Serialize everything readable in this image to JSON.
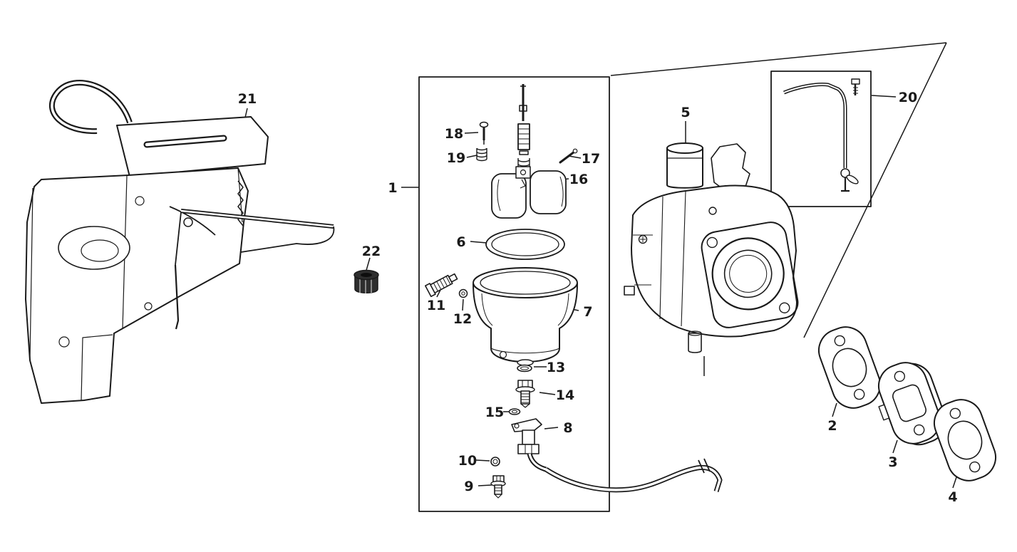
{
  "diagram": {
    "colors": {
      "line": "#1a1a1a",
      "bg": "#ffffff",
      "dark": "#2e2e2e"
    },
    "part_labels": {
      "p1": "1",
      "p2": "2",
      "p3": "3",
      "p4": "4",
      "p5": "5",
      "p6": "6",
      "p7": "7",
      "p8": "8",
      "p9": "9",
      "p10": "10",
      "p11": "11",
      "p12": "12",
      "p13": "13",
      "p14": "14",
      "p15": "15",
      "p16": "16",
      "p17": "17",
      "p18": "18",
      "p19": "19",
      "p20": "20",
      "p21": "21",
      "p22": "22"
    }
  }
}
